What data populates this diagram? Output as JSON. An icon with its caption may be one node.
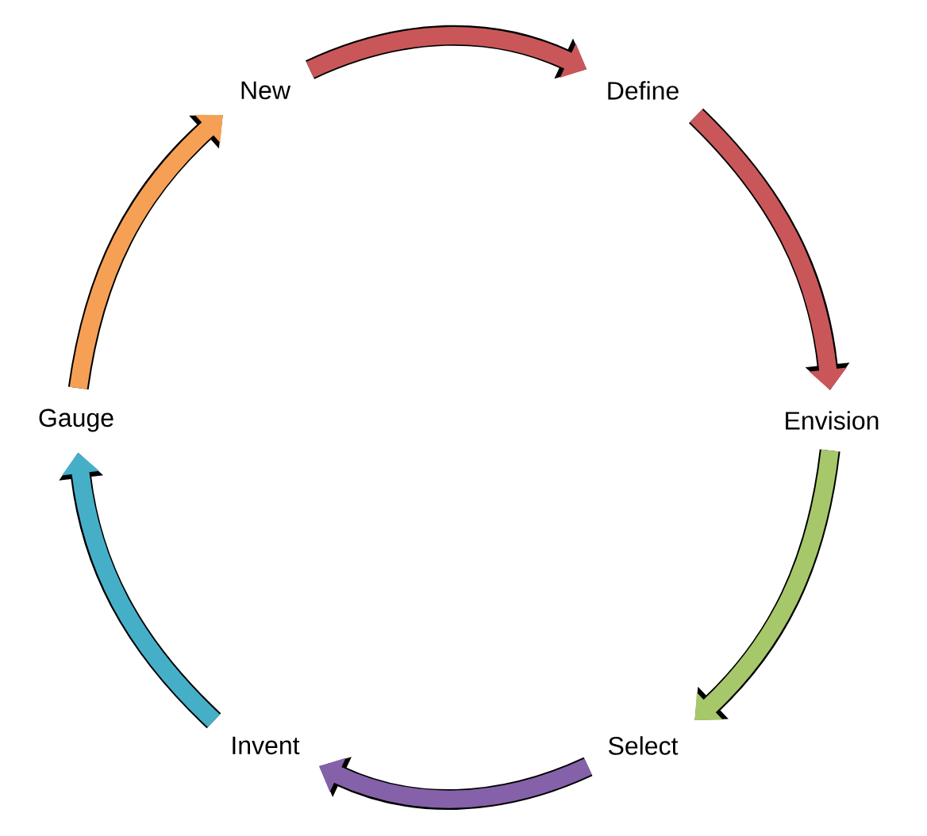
{
  "diagram": {
    "nodes": [
      {
        "text": [
          "New"
        ]
      },
      {
        "text": [
          "Define"
        ]
      },
      {
        "text": [
          "Envision"
        ]
      },
      {
        "text": [
          "Select"
        ]
      },
      {
        "text": [
          "Invent"
        ]
      },
      {
        "text": [
          "Gauge"
        ]
      }
    ],
    "edges": [
      {
        "from": 0,
        "to": 1,
        "arrow": "to",
        "color": "#c9575a"
      },
      {
        "from": 1,
        "to": 2,
        "arrow": "to",
        "color": "#c9575a"
      },
      {
        "from": 2,
        "to": 3,
        "arrow": "to",
        "color": "#a6c86a"
      },
      {
        "from": 3,
        "to": 4,
        "arrow": "to",
        "color": "#8461a8"
      },
      {
        "from": 4,
        "to": 5,
        "arrow": "to",
        "color": "#45afc8"
      },
      {
        "from": 5,
        "to": 0,
        "arrow": "to",
        "color": "#f6a056"
      }
    ]
  }
}
